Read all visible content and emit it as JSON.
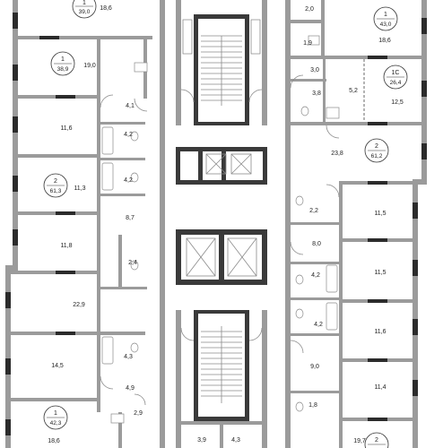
{
  "plan": {
    "colors": {
      "wall": "#9b9b9b",
      "wall_dark": "#3a3a3a",
      "window": "#2b2b2b",
      "circle": "#ffffff"
    },
    "rooms": {
      "r186a": "18,6",
      "r190": "19,0",
      "r41a": "4,1",
      "r116a": "11,6",
      "r42a": "4,2",
      "r42b": "4,2",
      "r113": "11,3",
      "r87": "8,7",
      "r118": "11,8",
      "r24": "2,4",
      "r229": "22,9",
      "r145": "14,5",
      "r43a": "4,3",
      "r49": "4,9",
      "r186b": "18,6",
      "r29a": "2,9",
      "r39": "3,9",
      "r43b": "4,3",
      "r20": "2,0",
      "r19a": "1,9",
      "r30": "3,0",
      "r38": "3,8",
      "r52": "5,2",
      "r186c": "18,6",
      "r125": "12,5",
      "r238": "23,8",
      "r22": "2,2",
      "r115a": "11,5",
      "r80": "8,0",
      "r42c": "4,2",
      "r115b": "11,5",
      "r42d": "4,2",
      "r116b": "11,6",
      "r90": "9,0",
      "r114": "11,4",
      "r18": "1,8",
      "r197": "19,7"
    },
    "apartments": {
      "a1": {
        "type": "1",
        "area": "39,0"
      },
      "a2": {
        "type": "1",
        "area": "38,9"
      },
      "a3": {
        "type": "2",
        "area": "61,3"
      },
      "a4": {
        "type": "1",
        "area": "42,3"
      },
      "a5": {
        "type": "1",
        "area": "43,0"
      },
      "a6": {
        "type": "1С",
        "area": "26,4"
      },
      "a7": {
        "type": "2",
        "area": "61,2"
      },
      "a8": {
        "type": "2",
        "area": ""
      }
    }
  }
}
